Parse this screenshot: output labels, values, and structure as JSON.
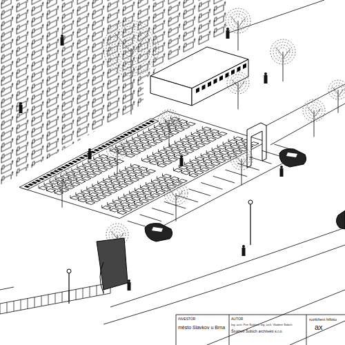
{
  "diagram": {
    "labels": [
      "INVESTOR",
      "město Slavkov u Brna",
      "AUTOR",
      "Ing. arch. Petr Štukheil, Ing. arch. Vladimír Šobich",
      "Štukheil Šobich architekti s.r.o.",
      "rozšíření hřbito",
      "ax"
    ]
  }
}
